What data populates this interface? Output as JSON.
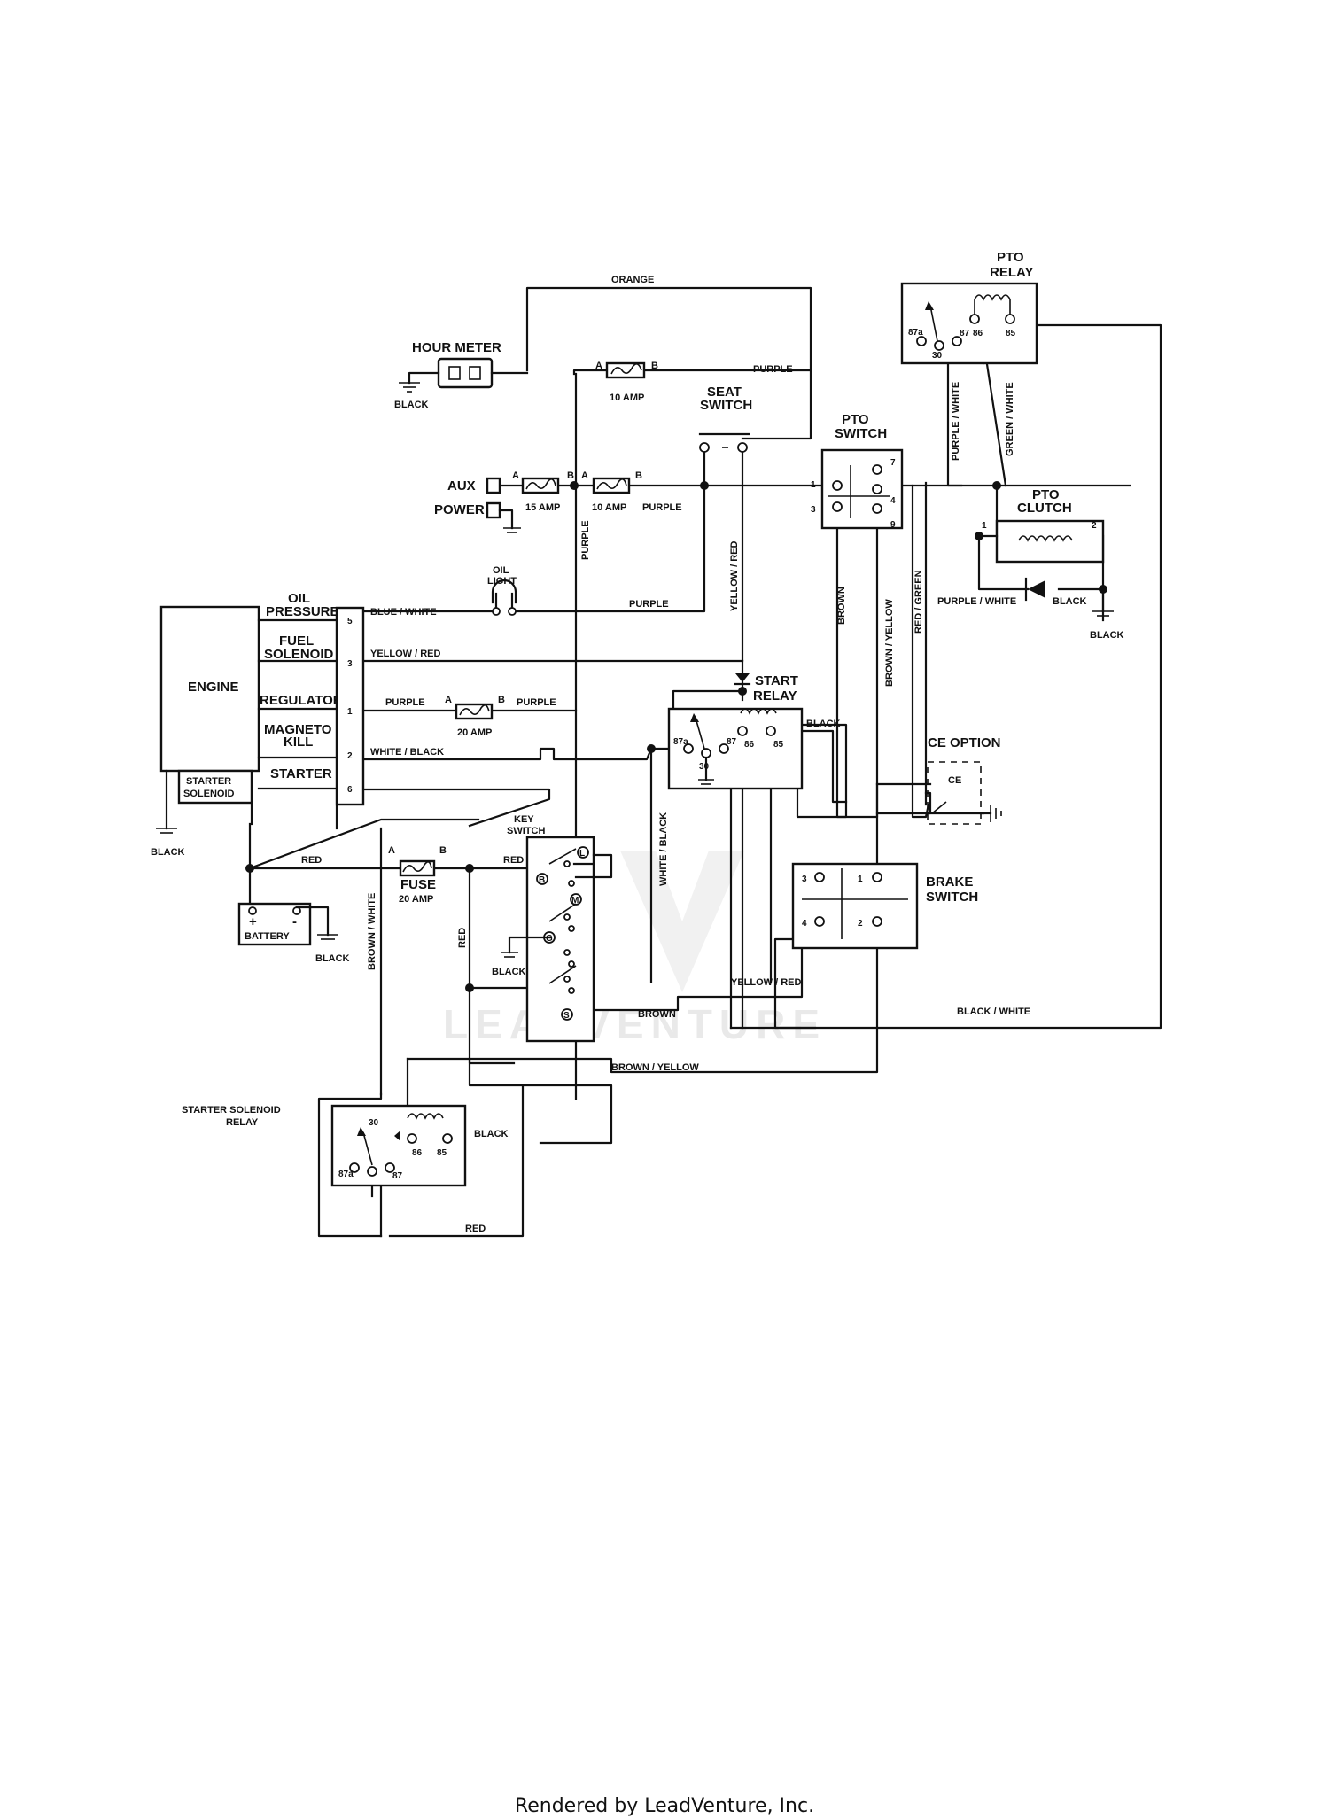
{
  "components": {
    "hour_meter": "HOUR METER",
    "seat_switch": [
      "SEAT",
      "SWITCH"
    ],
    "pto_relay": [
      "PTO",
      "RELAY"
    ],
    "pto_switch": [
      "PTO",
      "SWITCH"
    ],
    "pto_clutch": [
      "PTO",
      "CLUTCH"
    ],
    "aux": "AUX",
    "power": "POWER",
    "oil_light": [
      "OIL",
      "LIGHT"
    ],
    "engine": "ENGINE",
    "oil_pressure": [
      "OIL",
      "PRESSURE"
    ],
    "fuel_solenoid": [
      "FUEL",
      "SOLENOID"
    ],
    "regulator": "REGULATOR",
    "magneto_kill": [
      "MAGNETO",
      "KILL"
    ],
    "starter": "STARTER",
    "starter_solenoid": [
      "STARTER",
      "SOLENOID"
    ],
    "start_relay": [
      "START",
      "RELAY"
    ],
    "key_switch": [
      "KEY",
      "SWITCH"
    ],
    "ce_option": "CE OPTION",
    "ce": "CE",
    "brake_switch": [
      "BRAKE",
      "SWITCH"
    ],
    "battery": "BATTERY",
    "fuse": "FUSE",
    "starter_solenoid_relay": [
      "STARTER SOLENOID",
      "RELAY"
    ]
  },
  "fuses": {
    "f10a_top": "10 AMP",
    "f15a": "15 AMP",
    "f10a_aux": "10 AMP",
    "f20a_reg": "20 AMP",
    "f20a_main": "20 AMP",
    "a": "A",
    "b": "B"
  },
  "wires": {
    "orange": "ORANGE",
    "purple": "PURPLE",
    "black": "BLACK",
    "blue_white": "BLUE / WHITE",
    "yellow_red": "YELLOW / RED",
    "white_black": "WHITE / BLACK",
    "red": "RED",
    "brown": "BROWN",
    "brown_yellow": "BROWN / YELLOW",
    "brown_white": "BROWN / WHITE",
    "red_green": "RED / GREEN",
    "purple_white": "PURPLE / WHITE",
    "green_white": "GREEN / WHITE",
    "black_white": "BLACK / WHITE"
  },
  "pins": {
    "relay": [
      "87a",
      "30",
      "87",
      "86",
      "85"
    ],
    "engine_connector": [
      "5",
      "3",
      "1",
      "2",
      "6"
    ],
    "pto_switch": [
      "1",
      "3",
      "7",
      "4",
      "9"
    ],
    "pto_clutch": [
      "1",
      "2"
    ],
    "brake_switch": [
      "3",
      "1",
      "4",
      "2"
    ],
    "key_switch": [
      "L",
      "B",
      "M",
      "G",
      "S"
    ],
    "battery": [
      "+",
      "-"
    ]
  },
  "watermark": "LEADVENTURE",
  "footer": "Rendered by LeadVenture, Inc."
}
